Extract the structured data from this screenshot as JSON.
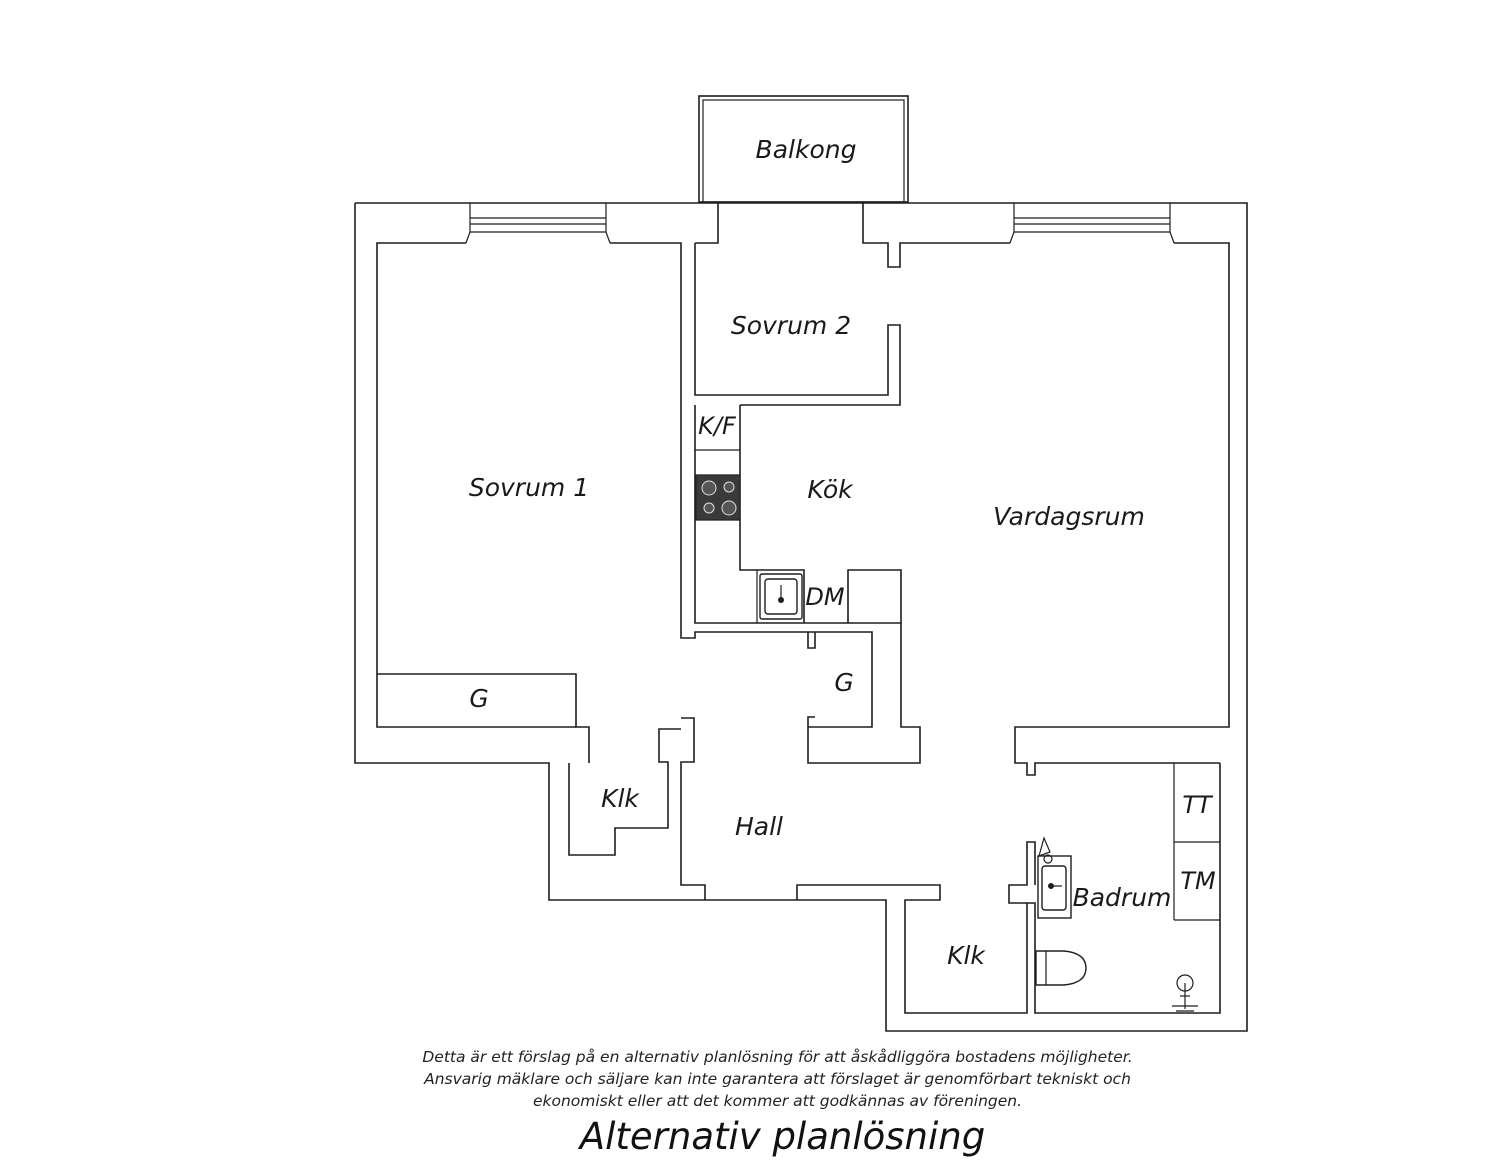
{
  "rooms": {
    "balkong": "Balkong",
    "sovrum_2": "Sovrum 2",
    "sovrum_1": "Sovrum 1",
    "kok": "Kök",
    "kf": "K/F",
    "dm": "DM",
    "vardagsrum": "Vardagsrum",
    "garderob_1": "G",
    "garderob_2": "G",
    "klk_1": "Klk",
    "hall": "Hall",
    "klk_2": "Klk",
    "badrum": "Badrum",
    "tt": "TT",
    "tm": "TM"
  },
  "disclaimer": {
    "line1": "Detta är ett förslag på en alternativ planlösning för att åskådliggöra bostadens möjligheter.",
    "line2": "Ansvarig mäklare och säljare kan inte garantera att förslaget är genomförbart tekniskt och",
    "line3": "ekonomiskt eller att det kommer att godkännas av föreningen."
  },
  "title": "Alternativ planlösning",
  "colors": {
    "line": "#1e1e1e",
    "stove": "#3a3a3a",
    "background": "#ffffff"
  }
}
